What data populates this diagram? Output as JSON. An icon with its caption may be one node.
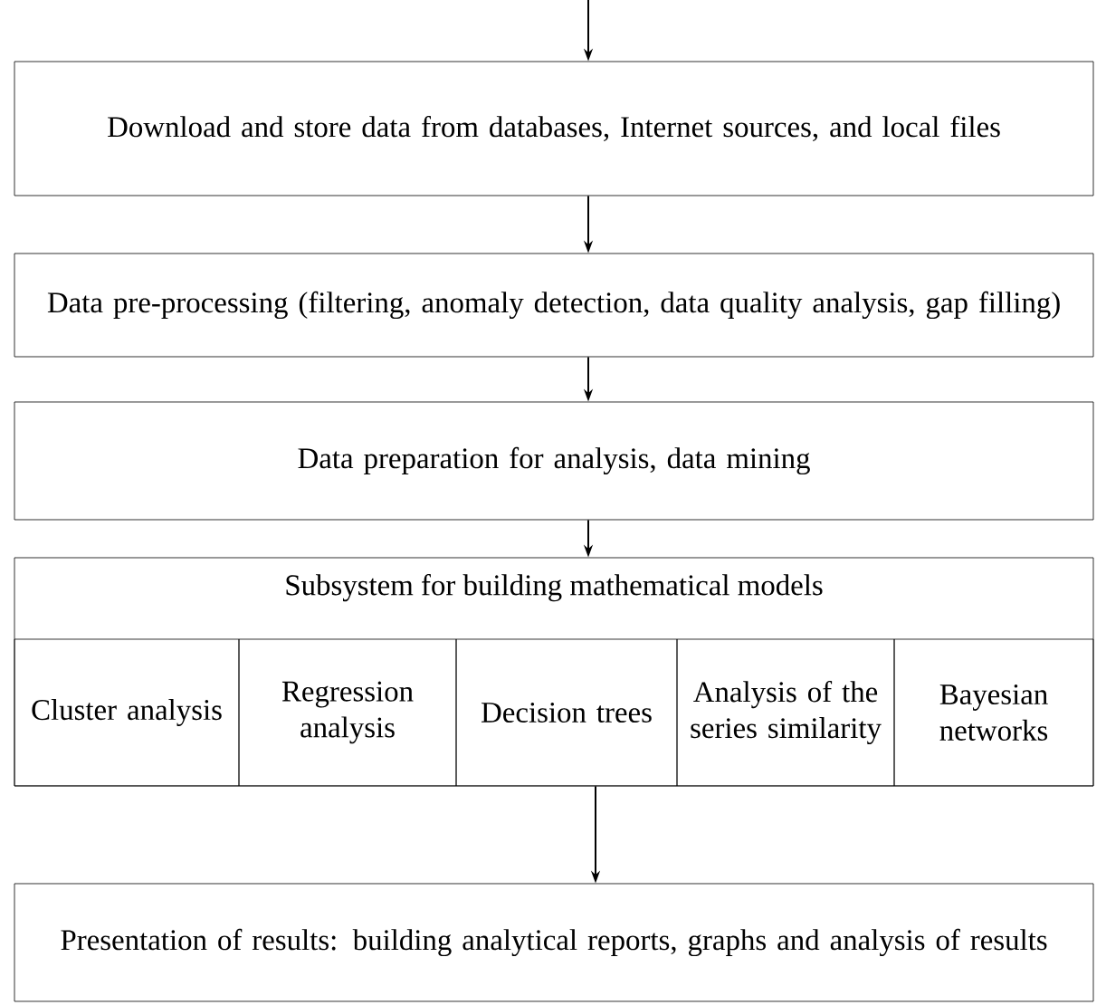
{
  "diagram": {
    "nodes": [
      {
        "text": [
          "Download and store data from databases, Internet sources, and local files"
        ]
      },
      {
        "text": [
          "Data pre-processing (filtering, anomaly detection, data quality analysis, gap filling)"
        ]
      },
      {
        "text": [
          "Data preparation for analysis, data mining"
        ]
      },
      {
        "text": [
          "Subsystem for building mathematical models"
        ]
      },
      {
        "text": [
          "Cluster analysis"
        ],
        "in": 3
      },
      {
        "text": [
          "Regression analysis"
        ],
        "in": 3
      },
      {
        "text": [
          "Decision trees"
        ],
        "in": 3
      },
      {
        "text": [
          "Analysis of the series similarity"
        ],
        "in": 3
      },
      {
        "text": [
          "Bayesian networks"
        ],
        "in": 3
      },
      {
        "text": [
          "Presentation of results: building analytical reports, graphs and analysis of results"
        ]
      }
    ],
    "edges": [
      {
        "from": null,
        "to": 0,
        "arrow": "to"
      },
      {
        "from": 0,
        "to": 1,
        "arrow": "to"
      },
      {
        "from": 1,
        "to": 2,
        "arrow": "to"
      },
      {
        "from": 2,
        "to": 3,
        "arrow": "to"
      },
      {
        "from": 3,
        "to": 9,
        "arrow": "to"
      }
    ]
  }
}
